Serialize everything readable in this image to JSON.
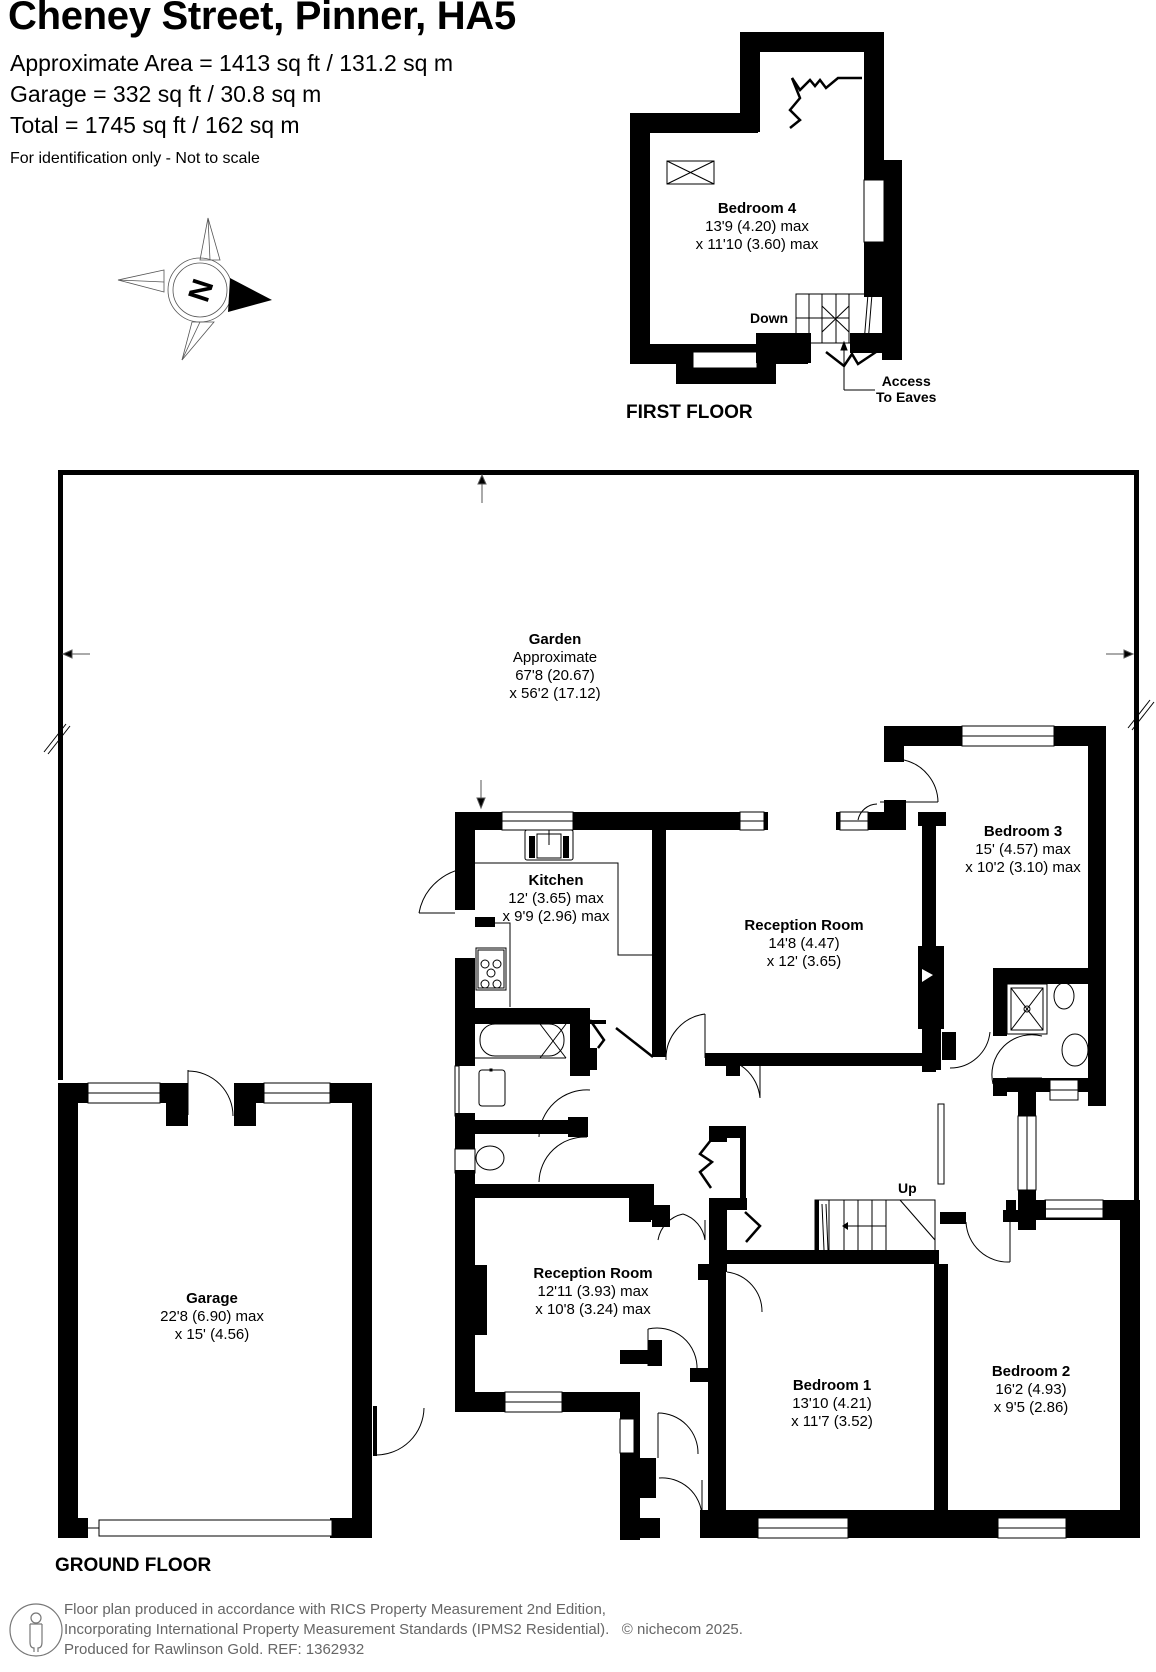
{
  "header": {
    "title": "Cheney Street, Pinner, HA5",
    "area_lines": [
      "Approximate Area = 1413 sq ft / 131.2 sq m",
      "Garage = 332 sq ft / 30.8 sq m",
      "Total = 1745 sq ft / 162 sq m"
    ],
    "note": "For identification only - Not to scale"
  },
  "compass": {
    "label": "N",
    "icon": "compass-rose-icon"
  },
  "first_floor": {
    "label": "FIRST FLOOR",
    "rooms": [
      {
        "name": "Bedroom 4",
        "dim1": "13'9 (4.20) max",
        "dim2": "x 11'10 (3.60) max"
      }
    ],
    "annotations": {
      "down": "Down",
      "access_line1": "Access",
      "access_line2": "To Eaves"
    }
  },
  "ground_floor": {
    "label": "GROUND FLOOR",
    "garden": {
      "name": "Garden",
      "line1": "Approximate",
      "dim1": "67'8 (20.67)",
      "dim2": "x 56'2 (17.12)"
    },
    "rooms": [
      {
        "name": "Kitchen",
        "dim1": "12' (3.65) max",
        "dim2": "x 9'9 (2.96) max"
      },
      {
        "name": "Reception Room",
        "dim1": "14'8 (4.47)",
        "dim2": "x 12' (3.65)"
      },
      {
        "name": "Bedroom 3",
        "dim1": "15' (4.57) max",
        "dim2": "x 10'2 (3.10)  max"
      },
      {
        "name": "Garage",
        "dim1": "22'8 (6.90) max",
        "dim2": "x 15' (4.56)"
      },
      {
        "name": "Reception Room",
        "dim1": "12'11 (3.93) max",
        "dim2": "x 10'8 (3.24) max"
      },
      {
        "name": "Bedroom 1",
        "dim1": "13'10 (4.21)",
        "dim2": "x 11'7 (3.52)"
      },
      {
        "name": "Bedroom 2",
        "dim1": "16'2 (4.93)",
        "dim2": "x 9'5 (2.86)"
      }
    ],
    "annotations": {
      "up": "Up"
    }
  },
  "footer": {
    "icon": "person-scale-icon",
    "lines": [
      "Floor plan produced in accordance with RICS Property Measurement 2nd Edition,",
      "Incorporating International Property Measurement Standards (IPMS2 Residential).",
      "Produced for Rawlinson Gold.    REF:  1362932"
    ],
    "copyright": "© nichecom 2025."
  },
  "colors": {
    "wall": "#000000",
    "footer_text": "#666666",
    "background": "#ffffff"
  }
}
